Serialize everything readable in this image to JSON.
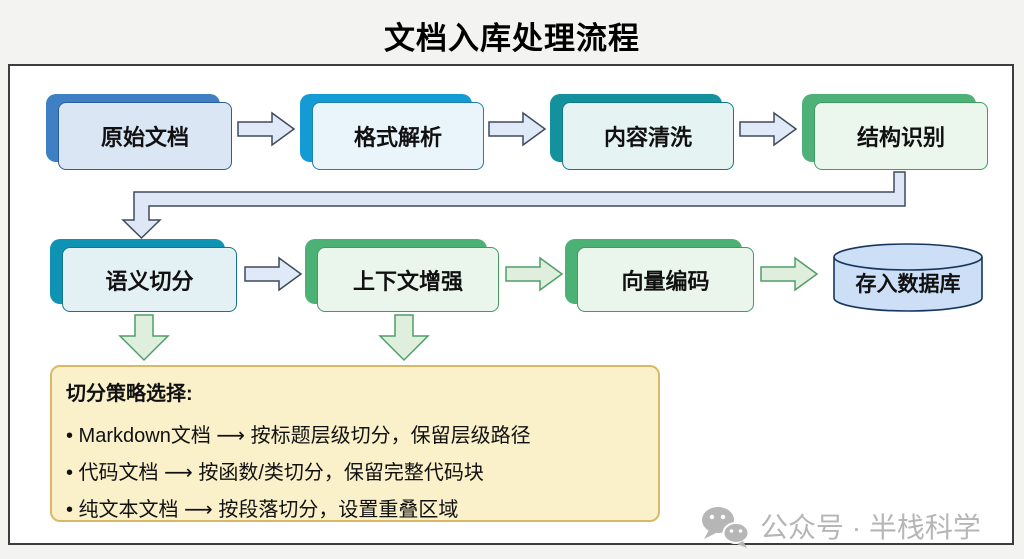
{
  "title": "文档入库处理流程",
  "flow": {
    "row1": [
      {
        "label": "原始文档",
        "colors": {
          "back": "#3e80c3",
          "front": "#dbe6f5",
          "border": "#2a5d9b"
        }
      },
      {
        "label": "格式解析",
        "colors": {
          "back": "#149bd5",
          "front": "#eaf5fb",
          "border": "#1f7fa6"
        }
      },
      {
        "label": "内容清洗",
        "colors": {
          "back": "#13929e",
          "front": "#e6f3f3",
          "border": "#0f7a87"
        }
      },
      {
        "label": "结构识别",
        "colors": {
          "back": "#4eb278",
          "front": "#ebf6ed",
          "border": "#3f9c62"
        }
      }
    ],
    "row2": [
      {
        "label": "语义切分",
        "colors": {
          "back": "#0e93b3",
          "front": "#e3f1f5",
          "border": "#15758f"
        }
      },
      {
        "label": "上下文增强",
        "colors": {
          "back": "#4bb175",
          "front": "#eaf5ec",
          "border": "#449b60"
        }
      },
      {
        "label": "向量编码",
        "colors": {
          "back": "#4bb175",
          "front": "#eaf5ec",
          "border": "#449b60"
        }
      }
    ],
    "database": {
      "label": "存入数据库",
      "colors": {
        "fill": "#cddff6",
        "stroke": "#17365d"
      }
    }
  },
  "strategy_box": {
    "heading": "切分策略选择:",
    "items": [
      "• Markdown文档 ⟶ 按标题层级切分，保留层级路径",
      "• 代码文档 ⟶ 按函数/类切分，保留完整代码块",
      "• 纯文本文档 ⟶ 按段落切分，设置重叠区域"
    ],
    "colors": {
      "fill": "#faf0ca",
      "border": "#d8ba66"
    }
  },
  "watermark": {
    "icon": "wechat-icon",
    "text": "公众号 · 半栈科学",
    "color": "#b6b6b6"
  },
  "arrow_colors": {
    "blue_fill": "#dfe9f7",
    "blue_stroke": "#3f4a5a",
    "green_fill": "#dfeedd",
    "green_stroke": "#4e9e68",
    "elbow_fill": "#dde7f6"
  }
}
